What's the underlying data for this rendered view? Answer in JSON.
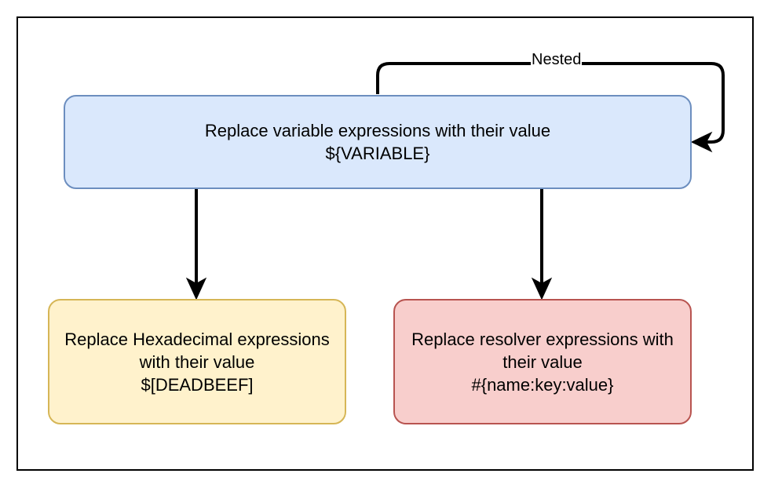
{
  "nodes": {
    "variable": {
      "line1": "Replace variable expressions with their value",
      "line2": "${VARIABLE}"
    },
    "hexadecimal": {
      "line1": "Replace Hexadecimal expressions",
      "line2": "with their value",
      "line3": "$[DEADBEEF]"
    },
    "resolver": {
      "line1": "Replace resolver expressions with",
      "line2": "their value",
      "line3": "#{name:key:value}"
    }
  },
  "edges": {
    "self_loop_label": "Nested"
  },
  "colors": {
    "variable_fill": "#dae8fc",
    "variable_stroke": "#6c8ebf",
    "hex_fill": "#fff2cc",
    "hex_stroke": "#d6b656",
    "resolver_fill": "#f8cecc",
    "resolver_stroke": "#b85450",
    "edge": "#000000"
  }
}
